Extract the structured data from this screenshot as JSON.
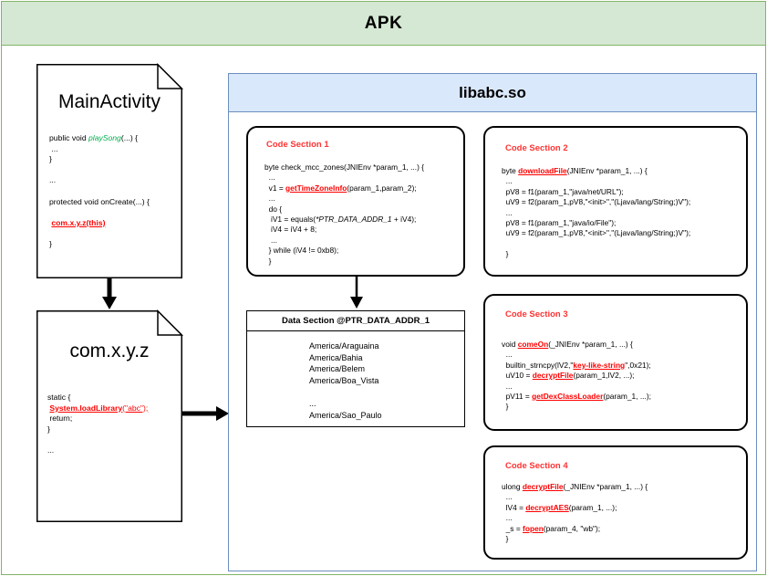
{
  "apk": {
    "title": "APK"
  },
  "lib": {
    "title": "libabc.so"
  },
  "main_activity": {
    "title": "MainActivity",
    "code_lines": [
      "public void ",
      "playSong",
      "(...) {",
      " ...",
      "}",
      "...",
      "protected void onCreate(...) {",
      " com.x.y.z(this)",
      "}"
    ],
    "keyword_play_song": "playSong",
    "keyword_com_xyz": "com.x.y.z(this)"
  },
  "com_xyz": {
    "title": "com.x.y.z",
    "keyword_load_library": "System.loadLibrary",
    "load_library_args": "(\"abc\");"
  },
  "code_section_1": {
    "title": "Code Section 1",
    "signature": "byte check_mcc_zones(JNIEnv *param_1, ...) {",
    "link_get_time_zone_info": "getTimeZoneInfo",
    "ptr_data_addr": "*PTR_DATA_ADDR_1",
    "loop_condition": "} while (iV4 != 0xb8);"
  },
  "code_section_2": {
    "title": "Code Section 2",
    "link_download_file": "downloadFile",
    "signature_prefix": "byte ",
    "signature_suffix": "(JNIEnv *param_1, ...) {",
    "lines": [
      " ...",
      " pV8 = f1(param_1,\"java/net/URL\");",
      " uV9 = f2(param_1,pV8,\"<init>\",\"(Ljava/lang/String;)V\");",
      " ...",
      " pV8 = f1(param_1,\"java/io/File\");",
      " uV9 = f2(param_1,pV8,\"<init>\",\"(Ljava/lang/String;)V\");",
      "",
      "}"
    ]
  },
  "code_section_3": {
    "title": "Code Section 3",
    "link_come_on": "comeOn",
    "link_key_like_string": "key-like-string",
    "link_decrypt_file": "decryptFile",
    "link_get_dex_class_loader": "getDexClassLoader"
  },
  "code_section_4": {
    "title": "Code Section 4",
    "link_decrypt_file": "decryptFile",
    "link_decrypt_aes": "decryptAES",
    "link_fopen": "fopen"
  },
  "data_section": {
    "title": "Data Section @PTR_DATA_ADDR_1",
    "entries": [
      "America/Araguaina",
      "America/Bahia",
      "America/Belem",
      "America/Boa_Vista",
      "",
      "...",
      "America/Sao_Paulo"
    ]
  },
  "colors": {
    "apk_fill": "#d5e8d4",
    "apk_stroke": "#82b366",
    "lib_fill": "#dae8fc",
    "lib_stroke": "#6c8ebf",
    "highlight_red": "#ff0000",
    "section_title_red": "#ff3333",
    "method_green": "#00b050"
  }
}
